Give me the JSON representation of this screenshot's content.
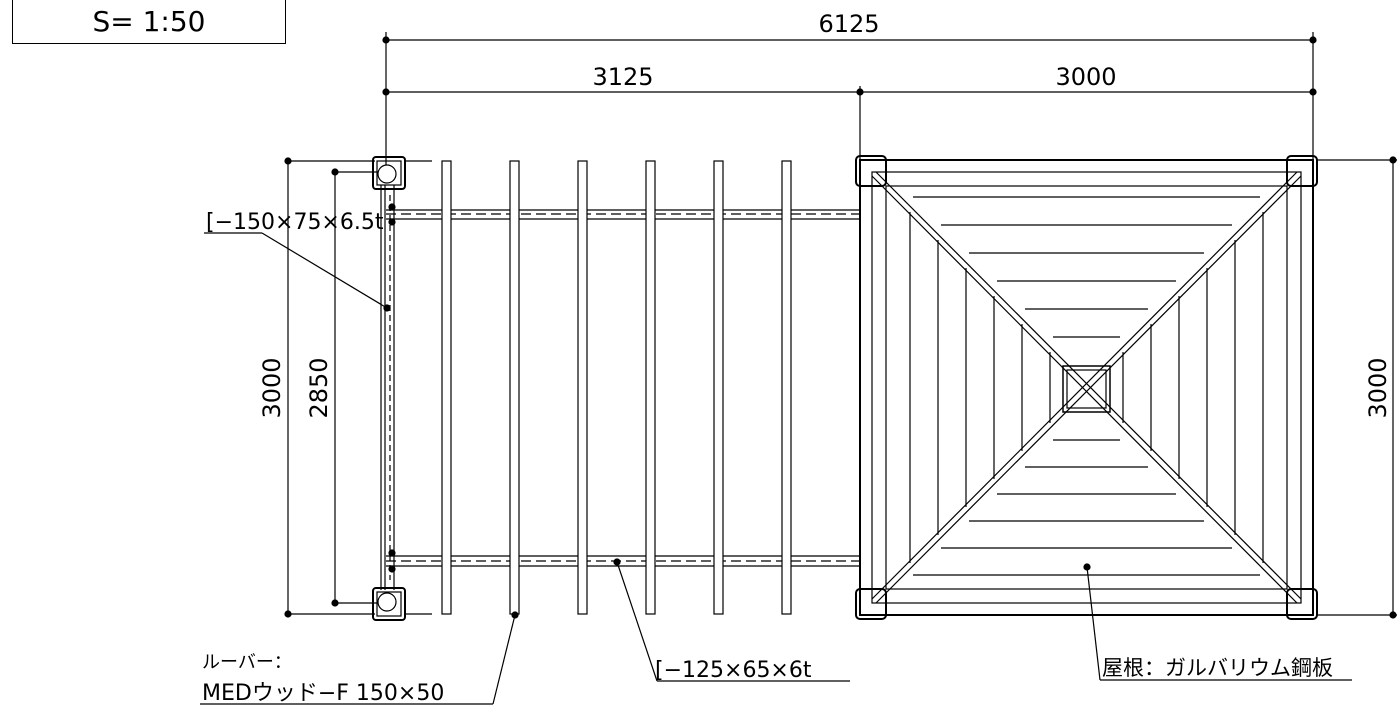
{
  "scale": "S= 1:50",
  "dimensions": {
    "overall_width": "6125",
    "left_width": "3125",
    "right_width": "3000",
    "left_outer_height": "3000",
    "left_inner_height": "2850",
    "right_height": "3000"
  },
  "labels": {
    "channel_large": "[−150×75×6.5t",
    "louver_line1": "ルーバー：",
    "louver_line2": "MEDウッド−F 150×50",
    "channel_small": "[−125×65×6t",
    "roof": "屋根：ガルバリウム鋼板"
  }
}
